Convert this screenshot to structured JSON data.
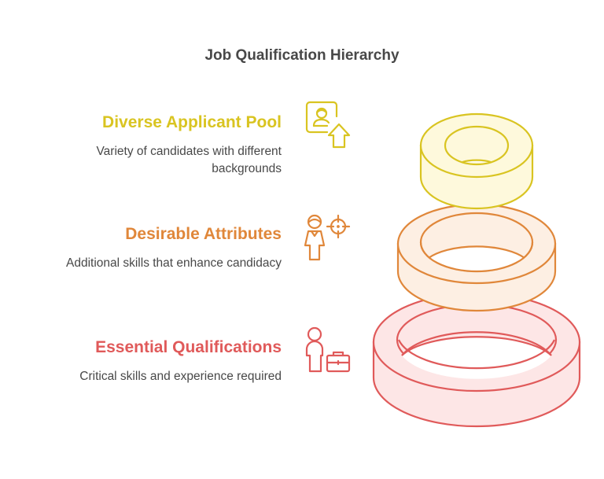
{
  "title": "Job Qualification Hierarchy",
  "levels": [
    {
      "label": "Diverse Applicant Pool",
      "description": "Variety of candidates with different backgrounds",
      "icon": "applicant-upload-icon",
      "color": "#D9C421",
      "fill": "#FEF9DC"
    },
    {
      "label": "Desirable Attributes",
      "description": "Additional skills that enhance candidacy",
      "icon": "person-target-icon",
      "color": "#E0873A",
      "fill": "#FDEFE3"
    },
    {
      "label": "Essential Qualifications",
      "description": "Critical skills and experience required",
      "icon": "person-briefcase-icon",
      "color": "#E05A5A",
      "fill": "#FDE6E6"
    }
  ]
}
